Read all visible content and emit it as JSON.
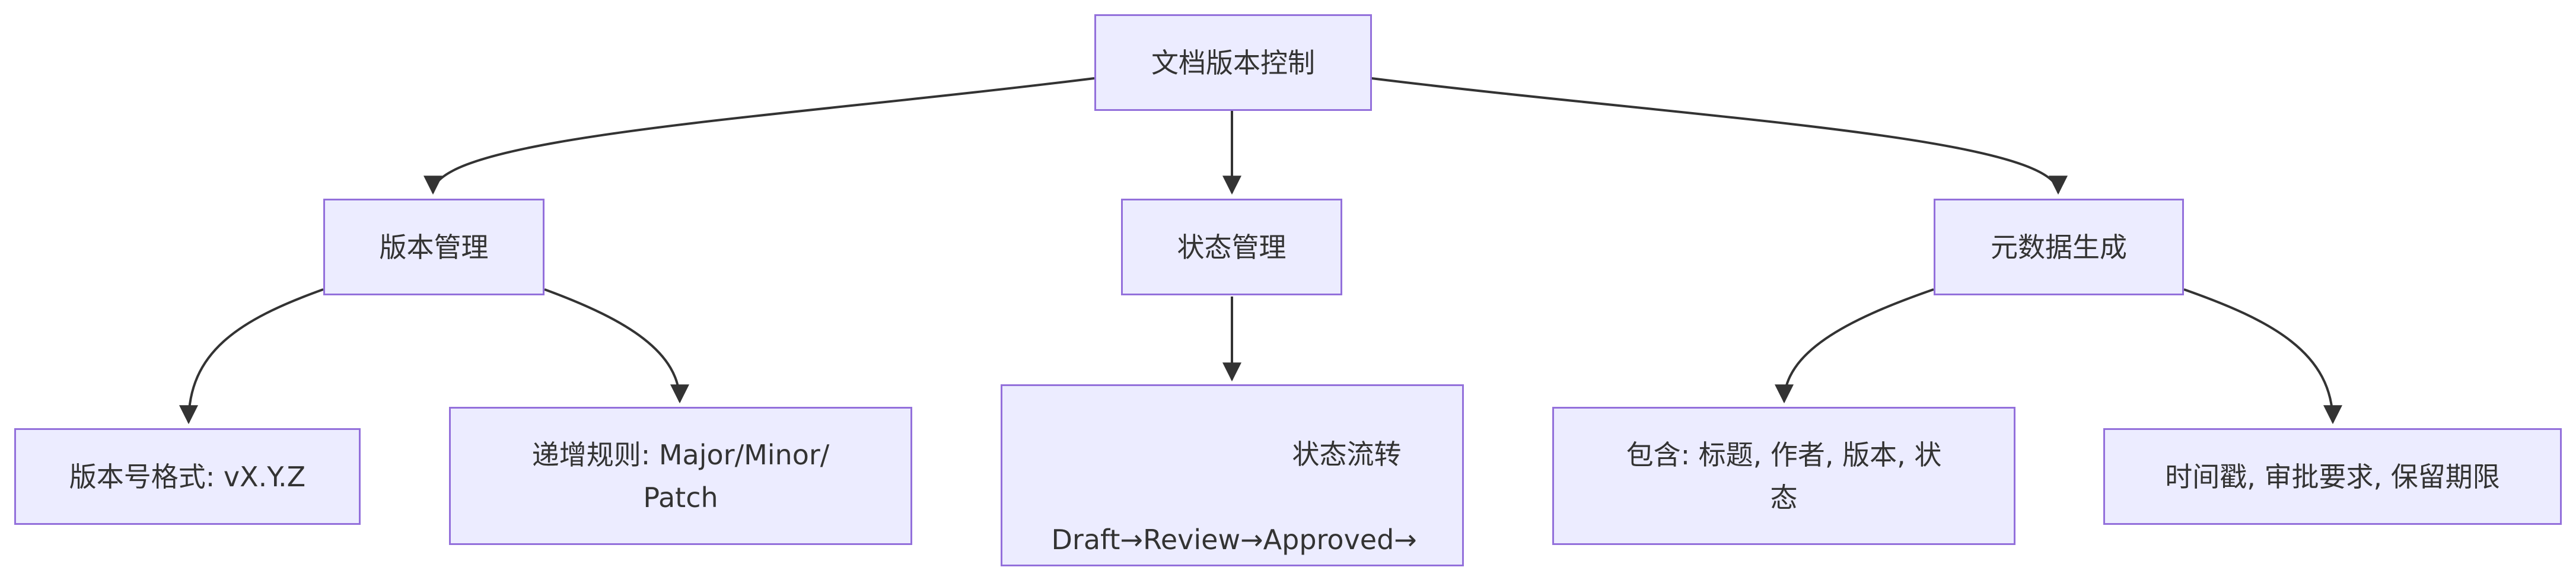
{
  "diagram": {
    "root": {
      "label": "文档版本控制"
    },
    "branches": [
      {
        "label": "版本管理",
        "children": [
          {
            "label": "版本号格式: vX.Y.Z"
          },
          {
            "label": "递增规则: Major/Minor/\nPatch"
          }
        ]
      },
      {
        "label": "状态管理",
        "children": [
          {
            "label_line1": "状态流转",
            "label_line2": "Draft→Review→Approved→"
          }
        ]
      },
      {
        "label": "元数据生成",
        "children": [
          {
            "label": "包含: 标题, 作者, 版本, 状\n态"
          },
          {
            "label": "时间戳, 审批要求, 保留期限"
          }
        ]
      }
    ],
    "colors": {
      "node_fill": "#ececff",
      "node_border": "#9370db",
      "edge": "#333333",
      "text": "#333333"
    }
  }
}
